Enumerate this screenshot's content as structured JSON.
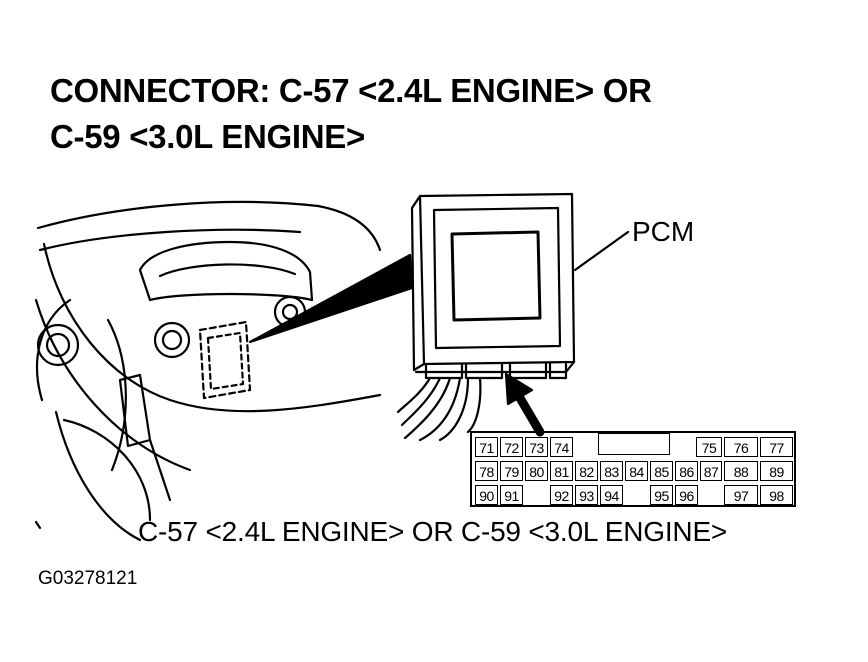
{
  "title": {
    "line1": "CONNECTOR: C-57 <2.4L ENGINE> OR",
    "line2": "C-59 <3.0L ENGINE>"
  },
  "pcm_label": "PCM",
  "caption": "C-57 <2.4L ENGINE> OR C-59 <3.0L ENGINE>",
  "figure_id": "G03278121",
  "connector": {
    "rows": [
      [
        "71",
        "72",
        "73",
        "74",
        "75",
        "76",
        "77"
      ],
      [
        "78",
        "79",
        "80",
        "81",
        "82",
        "83",
        "84",
        "85",
        "86",
        "87",
        "88",
        "89"
      ],
      [
        "90",
        "91",
        "92",
        "93",
        "94",
        "95",
        "96",
        "97",
        "98"
      ]
    ]
  }
}
